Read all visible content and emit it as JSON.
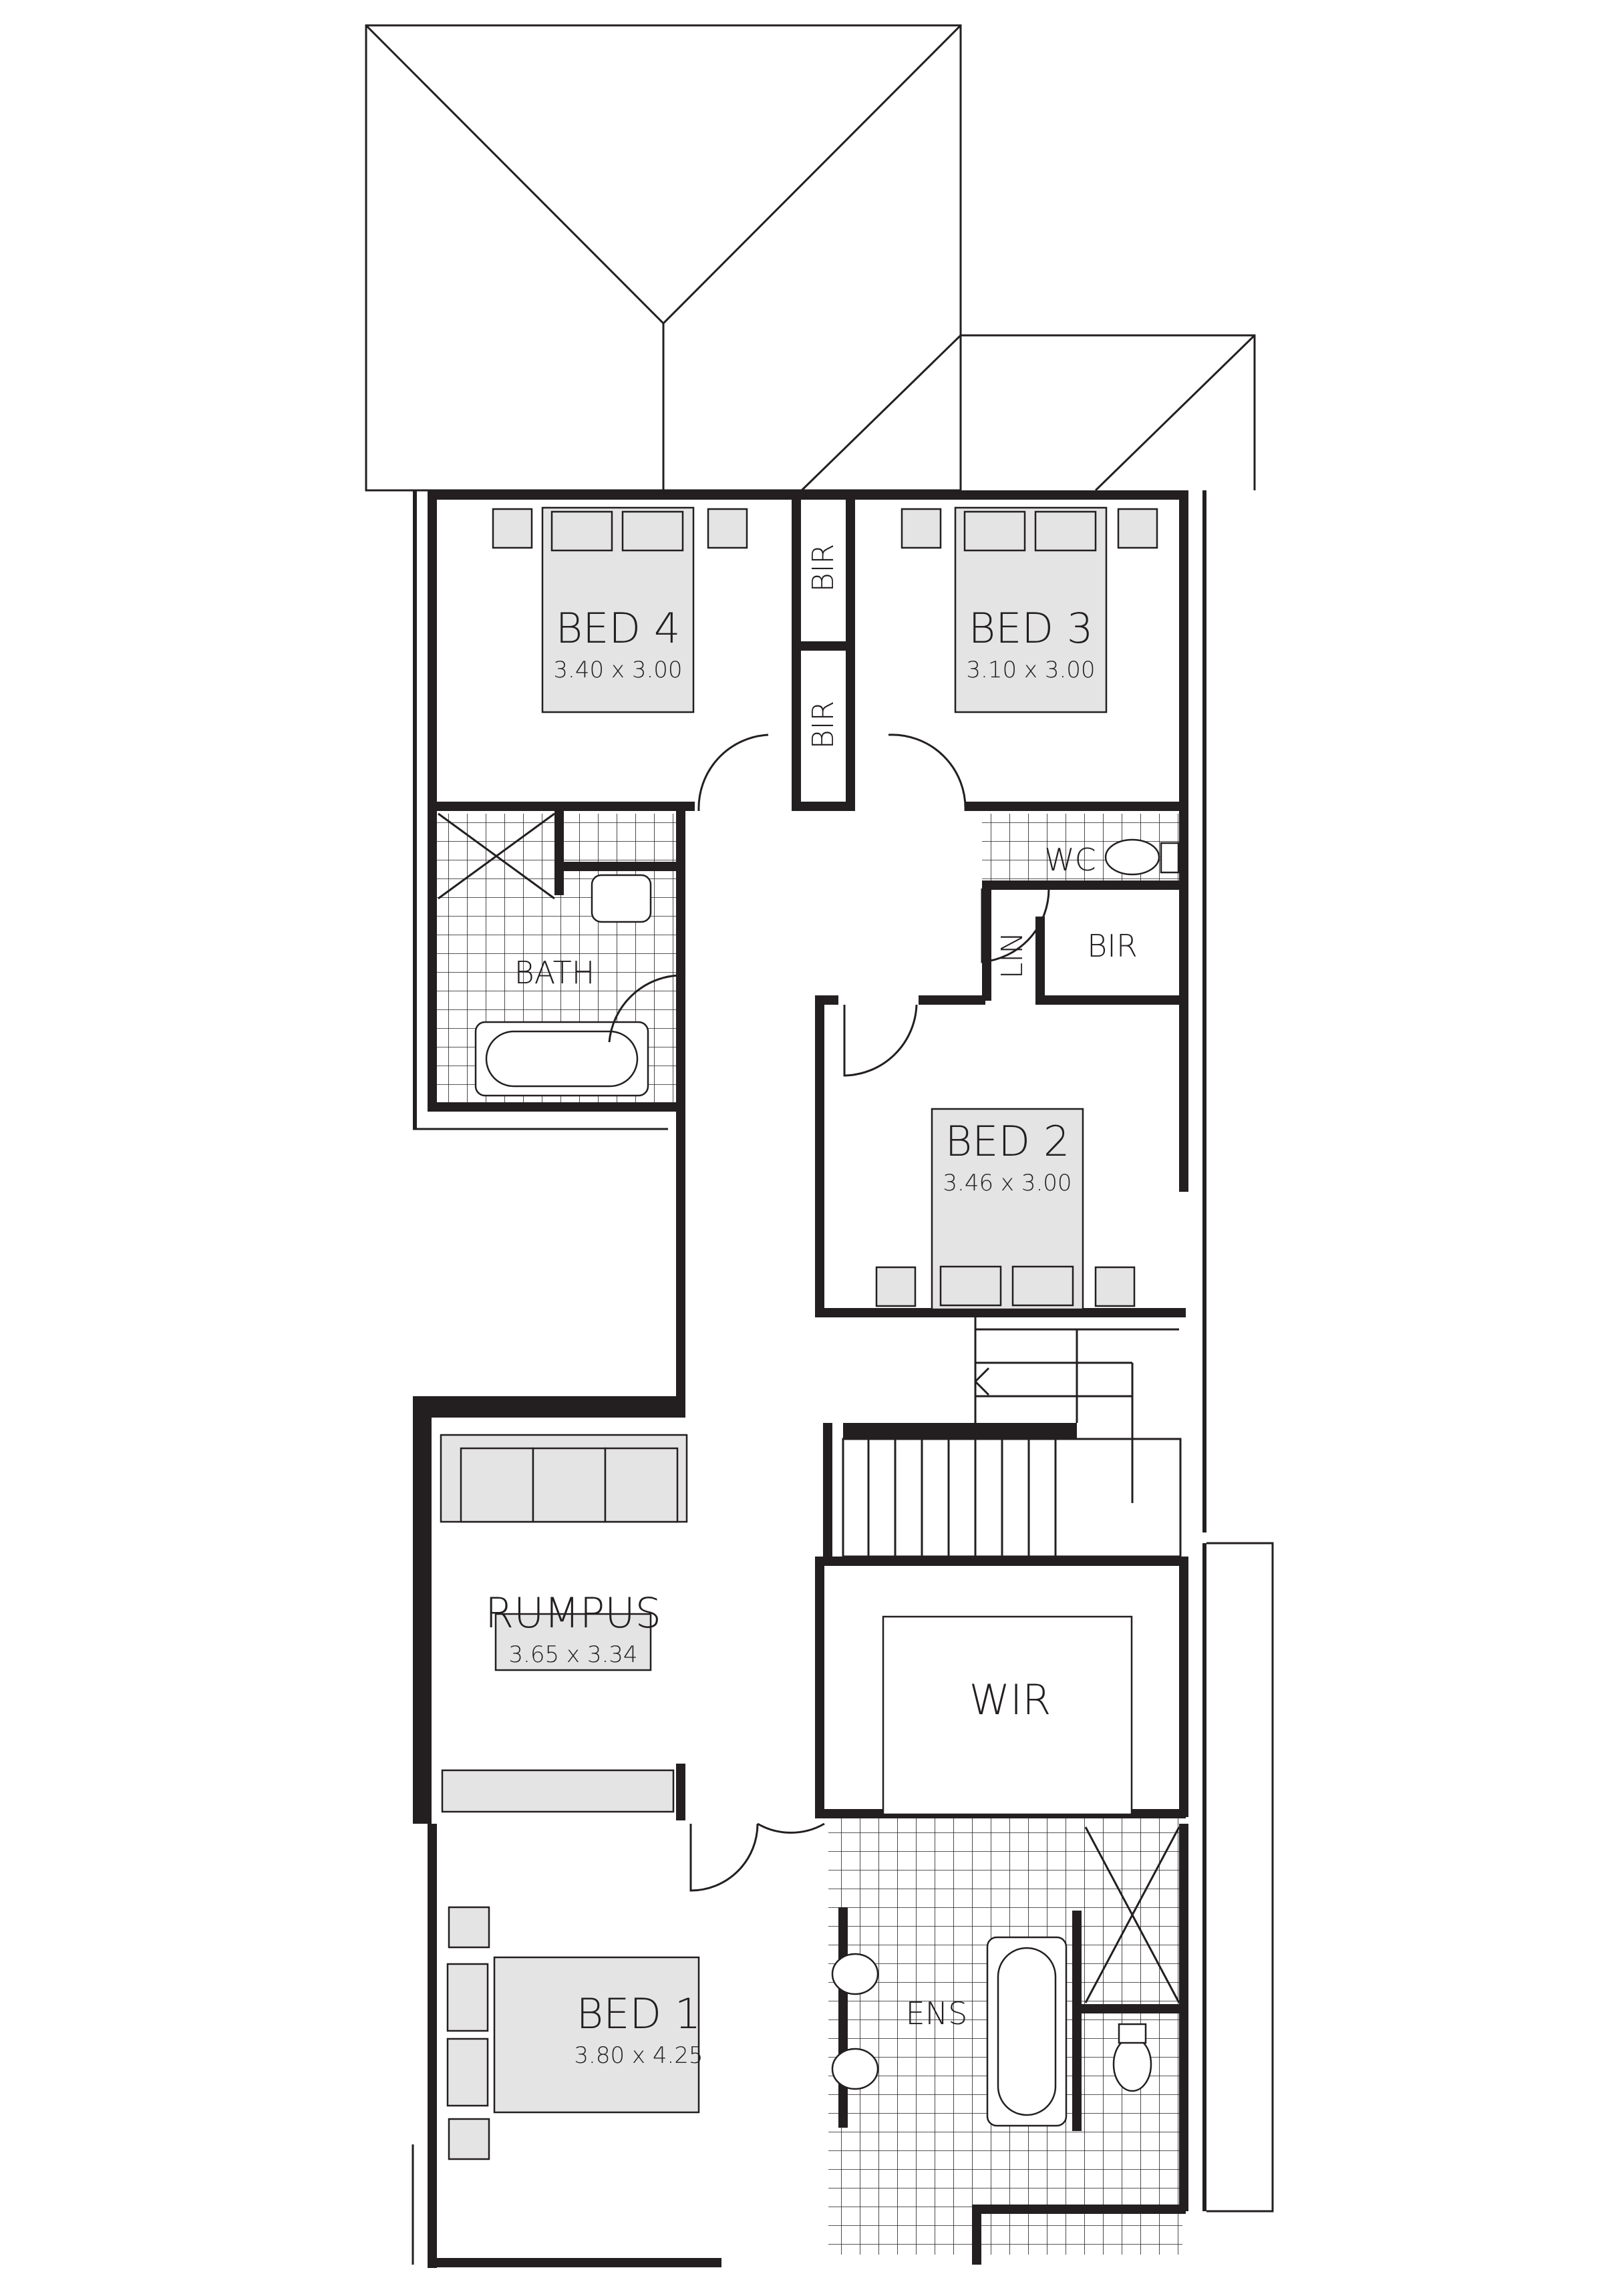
{
  "rooms": {
    "bed4": {
      "name": "BED 4",
      "dims": "3.40 x 3.00"
    },
    "bed3": {
      "name": "BED 3",
      "dims": "3.10 x 3.00"
    },
    "bed2": {
      "name": "BED 2",
      "dims": "3.46 x 3.00"
    },
    "bed1": {
      "name": "BED 1",
      "dims": "3.80 x 4.25"
    },
    "rumpus": {
      "name": "RUMPUS",
      "dims": "3.65 x 3.34"
    },
    "bath": {
      "name": "BATH"
    },
    "wc": {
      "name": "WC"
    },
    "wir": {
      "name": "WIR"
    },
    "ens": {
      "name": "ENS"
    },
    "bir_upper": {
      "name": "BIR"
    },
    "bir_lower": {
      "name": "BIR"
    },
    "bir_bed2": {
      "name": "BIR"
    },
    "lin": {
      "name": "LIN"
    }
  },
  "colors": {
    "wall": "#231f20",
    "furniture": "#e4e4e5",
    "background": "#ffffff"
  }
}
